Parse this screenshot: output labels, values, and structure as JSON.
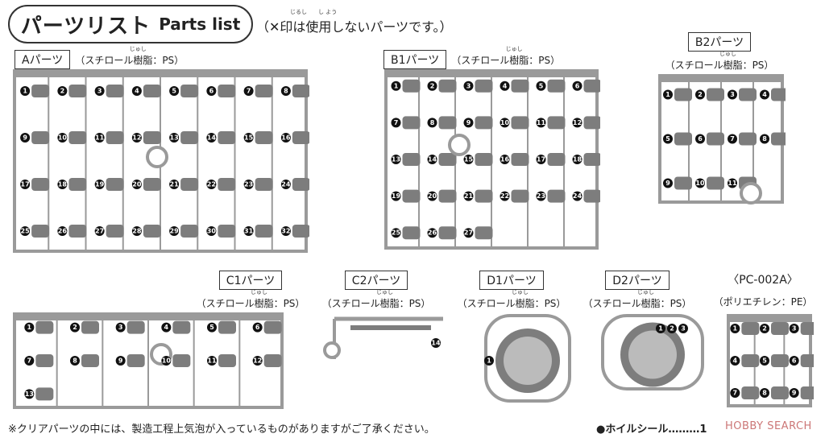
{
  "header": {
    "title_jp": "パーツリスト",
    "title_en": "Parts list",
    "note": "（✕印は使用しないパーツです。）",
    "note_furigana": "じるし　　し よう"
  },
  "sections": [
    {
      "id": "A",
      "label": "Aパーツ",
      "material": "（スチロール樹脂：PS）",
      "furigana": "じゅし",
      "parts": [
        1,
        2,
        3,
        4,
        5,
        6,
        7,
        8,
        9,
        10,
        11,
        12,
        13,
        14,
        15,
        16,
        17,
        18,
        19,
        20,
        21,
        22,
        23,
        24,
        25,
        26,
        27,
        28,
        29,
        30,
        31,
        32
      ]
    },
    {
      "id": "B1",
      "label": "B1パーツ",
      "material": "（スチロール樹脂：PS）",
      "furigana": "じゅし",
      "parts": [
        1,
        2,
        3,
        4,
        5,
        6,
        7,
        8,
        9,
        10,
        11,
        12,
        13,
        14,
        15,
        16,
        17,
        18,
        19,
        20,
        21,
        22,
        23,
        24,
        25,
        26,
        27
      ]
    },
    {
      "id": "B2",
      "label": "B2パーツ",
      "material": "（スチロール樹脂：PS）",
      "furigana": "じゅし",
      "parts": [
        1,
        2,
        3,
        4,
        5,
        6,
        7,
        8,
        9,
        10,
        11
      ]
    },
    {
      "id": "C1",
      "label": "C1パーツ",
      "material": "（スチロール樹脂：PS）",
      "furigana": "じゅし",
      "parts": [
        1,
        2,
        3,
        4,
        5,
        6,
        7,
        8,
        9,
        10,
        11,
        12,
        13
      ]
    },
    {
      "id": "C2",
      "label": "C2パーツ",
      "material": "（スチロール樹脂：PS）",
      "furigana": "じゅし",
      "parts": [
        14
      ]
    },
    {
      "id": "D1",
      "label": "D1パーツ",
      "material": "（スチロール樹脂：PS）",
      "furigana": "じゅし",
      "parts": [
        1
      ]
    },
    {
      "id": "D2",
      "label": "D2パーツ",
      "material": "（スチロール樹脂：PS）",
      "furigana": "じゅし",
      "parts": [
        1,
        2,
        3
      ]
    },
    {
      "id": "PC",
      "label": "〈PC-002A〉",
      "material": "（ポリエチレン：PE）",
      "furigana": "",
      "parts": [
        1,
        2,
        3,
        4,
        5,
        6,
        7,
        8,
        9
      ]
    }
  ],
  "footer": {
    "note": "※クリアパーツの中には、製造工程上気泡が入っているものがありますがご了承ください。",
    "seal": "●ホイルシール………1",
    "watermark": "HOBBY SEARCH"
  },
  "colors": {
    "sprue": "#9a9a9a",
    "part": "#7d7d7d",
    "marker": "#111111"
  }
}
